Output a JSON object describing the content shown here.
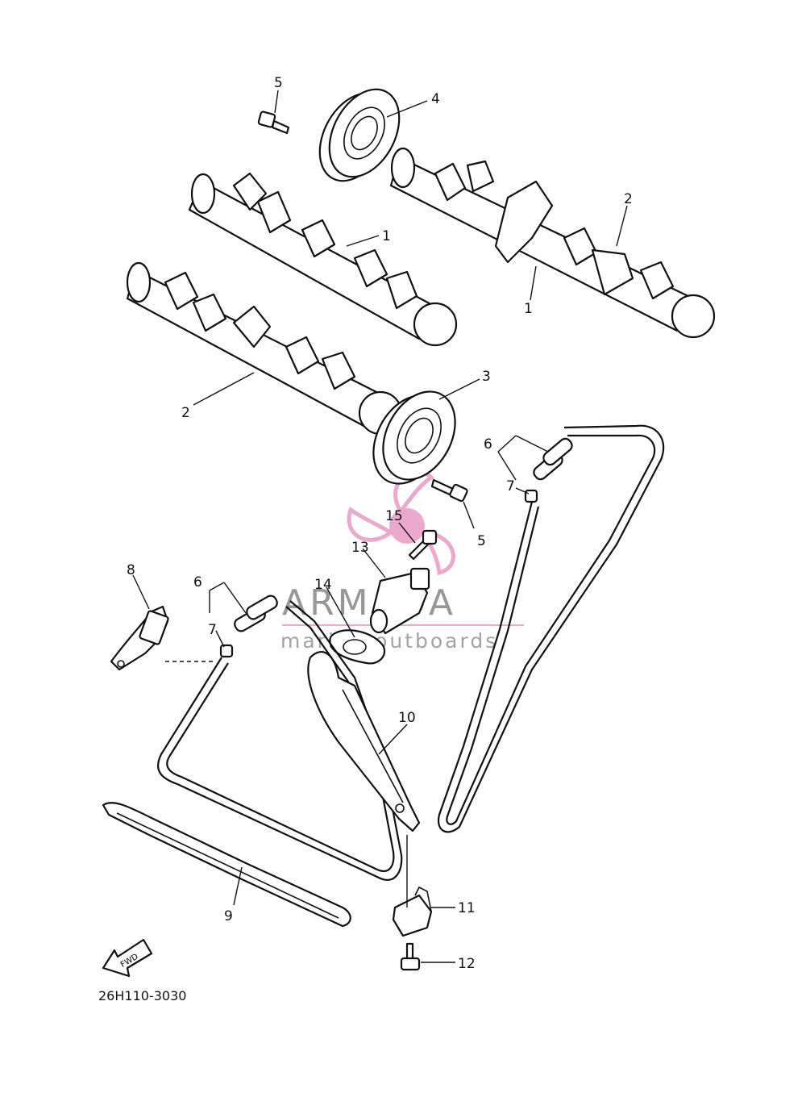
{
  "diagram": {
    "drawing_code": "26H110-3030",
    "fwd_label": "FWD",
    "watermark": {
      "brand": "ARMADA",
      "tagline": "marine outboards",
      "accent_color": "#e8a0c8"
    },
    "callouts": [
      {
        "id": "c5a",
        "label": "5"
      },
      {
        "id": "c4",
        "label": "4"
      },
      {
        "id": "c1a",
        "label": "1"
      },
      {
        "id": "c2a",
        "label": "2"
      },
      {
        "id": "c1b",
        "label": "1"
      },
      {
        "id": "c2b",
        "label": "2"
      },
      {
        "id": "c3",
        "label": "3"
      },
      {
        "id": "c6a",
        "label": "6"
      },
      {
        "id": "c7a",
        "label": "7"
      },
      {
        "id": "c5b",
        "label": "5"
      },
      {
        "id": "c15",
        "label": "15"
      },
      {
        "id": "c13",
        "label": "13"
      },
      {
        "id": "c14",
        "label": "14"
      },
      {
        "id": "c8",
        "label": "8"
      },
      {
        "id": "c6b",
        "label": "6"
      },
      {
        "id": "c7b",
        "label": "7"
      },
      {
        "id": "c10",
        "label": "10"
      },
      {
        "id": "c9",
        "label": "9"
      },
      {
        "id": "c11",
        "label": "11"
      },
      {
        "id": "c12",
        "label": "12"
      }
    ]
  }
}
